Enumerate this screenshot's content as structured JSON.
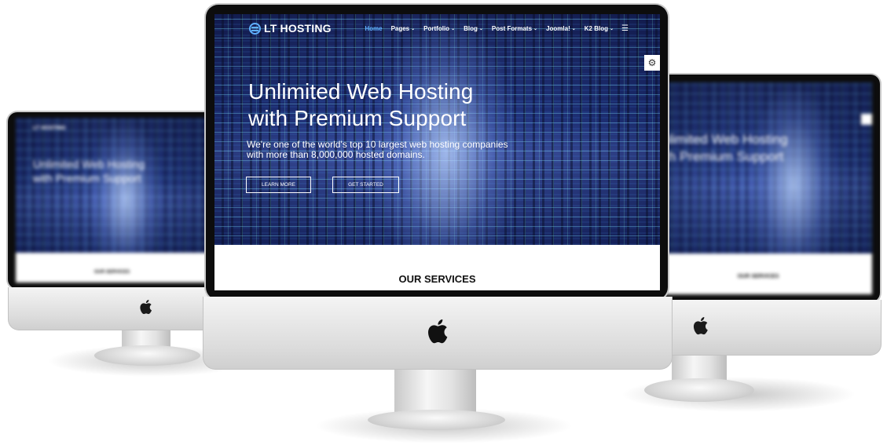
{
  "site": {
    "logo_text": "LT HOSTING",
    "nav": [
      {
        "label": "Home",
        "caret": false,
        "active": true
      },
      {
        "label": "Pages",
        "caret": true
      },
      {
        "label": "Portfolio",
        "caret": true
      },
      {
        "label": "Blog",
        "caret": true
      },
      {
        "label": "Post Formats",
        "caret": true
      },
      {
        "label": "Joomla!",
        "caret": true
      },
      {
        "label": "K2 Blog",
        "caret": true
      }
    ],
    "hero": {
      "title_line1": "Unlimited Web Hosting",
      "title_line2": "with Premium Support",
      "subtitle_line1": "We're one of the world's top 10 largest web hosting companies",
      "subtitle_line2": "with more than 8,000,000 hosted domains.",
      "button_learn_more": "LEARN MORE",
      "button_get_started": "GET STARTED"
    },
    "services_title": "OUR SERVICES"
  },
  "icons": {
    "menu": "hamburger-icon",
    "settings": "gear-icon",
    "brand": "apple-logo-icon"
  },
  "colors": {
    "accent": "#5fb0ff",
    "hero_dark": "#1b2456",
    "bezel": "#0d0d0d"
  }
}
